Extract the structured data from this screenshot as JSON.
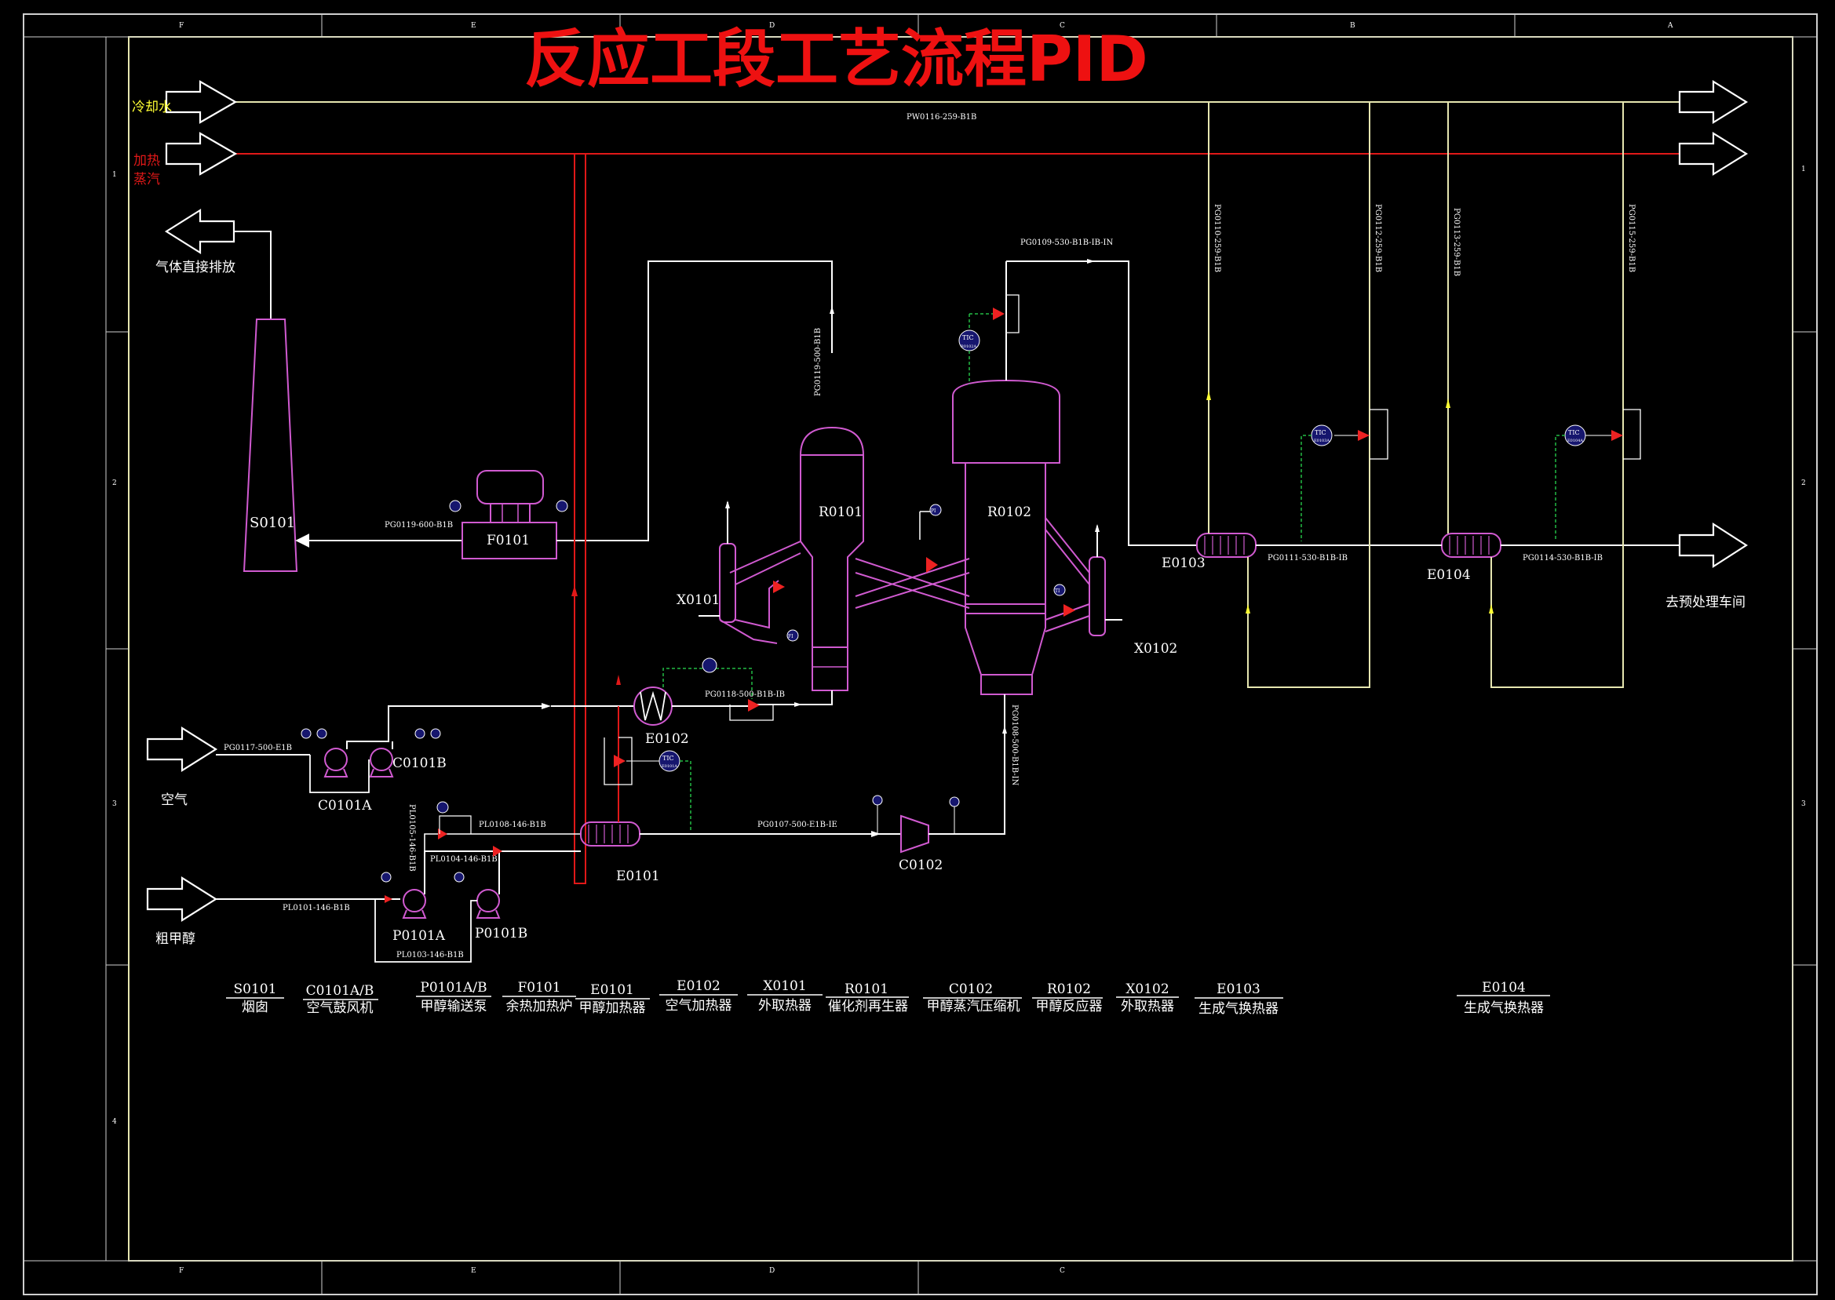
{
  "title": "反应工段工艺流程PID",
  "grid": {
    "top_letters": [
      "F",
      "E",
      "D",
      "C",
      "B",
      "A"
    ],
    "bottom_letters": [
      "F",
      "E",
      "D",
      "C"
    ],
    "left_numbers": [
      "1",
      "2",
      "3",
      "4"
    ],
    "right_numbers": [
      "1",
      "2",
      "3"
    ]
  },
  "utilities": {
    "cooling_water": "冷却水",
    "steam_line1": "加热",
    "steam_line2": "蒸汽",
    "cooling_line_label": "PW0116-259-B1B"
  },
  "streams": {
    "vent": "气体直接排放",
    "air": "空气",
    "methanol": "粗甲醇",
    "to_pretreat": "去预处理车间"
  },
  "equipment_tags": {
    "S0101": "S0101",
    "F0101": "F0101",
    "R0101": "R0101",
    "R0102": "R0102",
    "X0101": "X0101",
    "X0102": "X0102",
    "E0101": "E0101",
    "E0102": "E0102",
    "E0103": "E0103",
    "E0104": "E0104",
    "C0101A": "C0101A",
    "C0101B": "C0101B",
    "C0102": "C0102",
    "P0101A": "P0101A",
    "P0101B": "P0101B"
  },
  "pipe_labels": {
    "pg0119_600": "PG0119-600-B1B",
    "pg0119_vert": "PG0119-500-B1B",
    "pg0109": "PG0109-530-B1B-IB-IN",
    "pg0110": "PG0110-259-B1B",
    "pg0112": "PG0112-259-B1B",
    "pg0113": "PG0113-259-B1B",
    "pg0115": "PG0115-259-B1B",
    "pg0111": "PG0111-530-B1B-IB",
    "pg0114": "PG0114-530-B1B-IB",
    "pg0118": "PG0118-500-B1B-IB",
    "pg0117": "PG0117-500-E1B",
    "pg0107": "PG0107-500-E1B-IE",
    "pg0108_vert": "PG0108-500-B1B-IN",
    "pl0108": "PL0108-146-B1B",
    "pl0104": "PL0104-146-B1B",
    "pl0105": "PL0105-146-B1B",
    "pl0101": "PL0101-146-B1B",
    "pl0103": "PL0103-146-B1B"
  },
  "instruments": {
    "tic": "TIC",
    "ti": "TI",
    "pi": "PI",
    "fi": "FI",
    "tic_e0103_tag": "E0103A",
    "tic_e0104_tag": "E0104A",
    "tic_r0102_tag": "R0102A",
    "tic_e0101_tag": "E0101A"
  },
  "legend": [
    {
      "tag": "S0101",
      "name": "烟囱"
    },
    {
      "tag": "C0101A/B",
      "name": "空气鼓风机"
    },
    {
      "tag": "P0101A/B",
      "name": "甲醇输送泵"
    },
    {
      "tag": "F0101",
      "name": "余热加热炉"
    },
    {
      "tag": "E0101",
      "name": "甲醇加热器"
    },
    {
      "tag": "E0102",
      "name": "空气加热器"
    },
    {
      "tag": "X0101",
      "name": "外取热器"
    },
    {
      "tag": "R0101",
      "name": "催化剂再生器"
    },
    {
      "tag": "C0102",
      "name": "甲醇蒸汽压缩机"
    },
    {
      "tag": "R0102",
      "name": "甲醇反应器"
    },
    {
      "tag": "X0102",
      "name": "外取热器"
    },
    {
      "tag": "E0103",
      "name": "生成气换热器"
    },
    {
      "tag": "E0104",
      "name": "生成气换热器"
    }
  ],
  "colors": {
    "background": "#000000",
    "equipment": "#d05ad0",
    "pipe": "#ffffff",
    "steam": "#e01818",
    "cooling": "#e6e6b0",
    "signal": "#22bb44",
    "title": "#ee1111",
    "frame": "#e6e6b0",
    "valve": "#ee2222",
    "instrument_bg": "#16166e"
  }
}
